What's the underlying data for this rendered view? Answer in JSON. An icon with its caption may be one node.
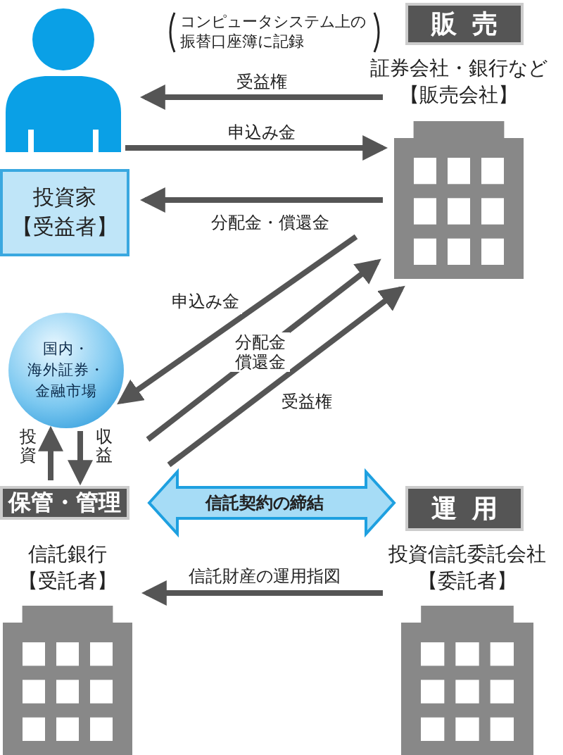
{
  "diagram": {
    "nodes": [
      {
        "text": [],
        "shape": "person"
      },
      {
        "text": [
          "投資家【受益者】"
        ]
      },
      {
        "text": [
          "販売"
        ]
      },
      {
        "text": [
          "証券会社・銀行など【販売会社】"
        ]
      },
      {
        "text": [
          "国内・海外証券・金融市場"
        ]
      },
      {
        "text": [
          "保管・管理"
        ]
      },
      {
        "text": [
          "運用"
        ]
      },
      {
        "text": [
          "信託銀行【受託者】"
        ]
      },
      {
        "text": [
          "投資信託委託会社【委託者】"
        ]
      }
    ],
    "edges": [
      {
        "from": 3,
        "to": 0,
        "arrow": "to",
        "label": "受益権"
      },
      {
        "from": 0,
        "to": 3,
        "arrow": "to",
        "label": "申込み金"
      },
      {
        "from": 3,
        "to": 1,
        "arrow": "to",
        "label": "分配金・償還金"
      },
      {
        "from": 3,
        "to": 4,
        "arrow": "to",
        "label": "申込み金"
      },
      {
        "from": null,
        "to": 3,
        "arrow": "to",
        "label": "分配金償還金"
      },
      {
        "from": null,
        "to": 3,
        "arrow": "to",
        "label": "受益権"
      },
      {
        "from": 5,
        "to": 4,
        "arrow": "to",
        "label": "投資"
      },
      {
        "from": 4,
        "to": 5,
        "arrow": "to",
        "label": "収益"
      },
      {
        "from": 5,
        "to": 6,
        "arrow": "both",
        "label": "信託契約の締結",
        "style": "thick",
        "color": "#1ea0e0"
      },
      {
        "from": 8,
        "to": 7,
        "arrow": "to",
        "label": "信託財産の運用指図"
      }
    ],
    "labels": [
      "コンピュータシステム上の振替口座簿に記録"
    ]
  }
}
